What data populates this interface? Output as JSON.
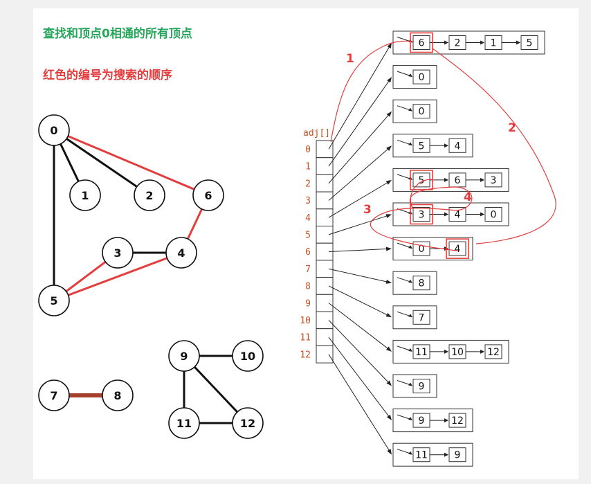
{
  "title": "查找和顶点0相通的所有顶点",
  "subtitle": "红色的编号为搜索的顺序",
  "adj_label": "adj[]",
  "colors": {
    "green": "#26a65b",
    "red": "#e43d3d",
    "brown": "#a5402a"
  },
  "graph": {
    "nodes": [
      "0",
      "1",
      "2",
      "3",
      "4",
      "5",
      "6",
      "7",
      "8",
      "9",
      "10",
      "11",
      "12"
    ],
    "edges": [
      {
        "from": "0",
        "to": "1",
        "style": "black"
      },
      {
        "from": "0",
        "to": "2",
        "style": "black"
      },
      {
        "from": "0",
        "to": "5",
        "style": "black"
      },
      {
        "from": "0",
        "to": "6",
        "style": "red"
      },
      {
        "from": "6",
        "to": "4",
        "style": "red"
      },
      {
        "from": "4",
        "to": "3",
        "style": "black"
      },
      {
        "from": "3",
        "to": "5",
        "style": "red"
      },
      {
        "from": "4",
        "to": "5",
        "style": "red"
      },
      {
        "from": "7",
        "to": "8",
        "style": "brown"
      },
      {
        "from": "9",
        "to": "10",
        "style": "black"
      },
      {
        "from": "9",
        "to": "11",
        "style": "black"
      },
      {
        "from": "9",
        "to": "12",
        "style": "black"
      },
      {
        "from": "11",
        "to": "12",
        "style": "black"
      }
    ]
  },
  "adjacency": [
    {
      "index": "0",
      "list": [
        "6",
        "2",
        "1",
        "5"
      ]
    },
    {
      "index": "1",
      "list": [
        "0"
      ]
    },
    {
      "index": "2",
      "list": [
        "0"
      ]
    },
    {
      "index": "3",
      "list": [
        "5",
        "4"
      ]
    },
    {
      "index": "4",
      "list": [
        "5",
        "6",
        "3"
      ]
    },
    {
      "index": "5",
      "list": [
        "3",
        "4",
        "0"
      ]
    },
    {
      "index": "6",
      "list": [
        "0",
        "4"
      ]
    },
    {
      "index": "7",
      "list": [
        "8"
      ]
    },
    {
      "index": "8",
      "list": [
        "7"
      ]
    },
    {
      "index": "9",
      "list": [
        "11",
        "10",
        "12"
      ]
    },
    {
      "index": "10",
      "list": [
        "9"
      ]
    },
    {
      "index": "11",
      "list": [
        "9",
        "12"
      ]
    },
    {
      "index": "12",
      "list": [
        "11",
        "9"
      ]
    }
  ],
  "search_order": [
    "1",
    "2",
    "3",
    "4"
  ]
}
